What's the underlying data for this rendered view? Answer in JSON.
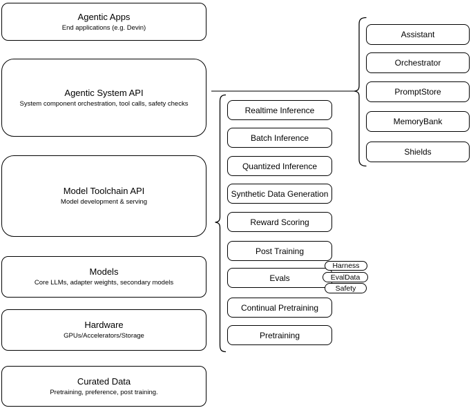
{
  "colors": {
    "background": "#ffffff",
    "shape_fill": "#ffffff",
    "shape_border": "#000000",
    "text": "#000000",
    "connector": "#4d4d4d"
  },
  "stack": [
    {
      "title": "Agentic Apps",
      "subtitle": "End applications (e.g. Devin)"
    },
    {
      "title": "Agentic System API",
      "subtitle": "System component orchestration, tool calls, safety checks"
    },
    {
      "title": "Model Toolchain API",
      "subtitle": "Model development & serving"
    },
    {
      "title": "Models",
      "subtitle": "Core LLMs, adapter weights, secondary models"
    },
    {
      "title": "Hardware",
      "subtitle": "GPUs/Accelerators/Storage"
    },
    {
      "title": "Curated Data",
      "subtitle": "Pretraining, preference, post training."
    }
  ],
  "toolchain": {
    "items": [
      "Realtime Inference",
      "Batch Inference",
      "Quantized Inference",
      "Synthetic Data Generation",
      "Reward Scoring",
      "Post Training",
      "Evals",
      "Continual Pretraining",
      "Pretraining"
    ]
  },
  "evals_tags": [
    "Harness",
    "EvalData",
    "Safety"
  ],
  "system_components": [
    "Assistant",
    "Orchestrator",
    "PromptStore",
    "MemoryBank",
    "Shields"
  ]
}
